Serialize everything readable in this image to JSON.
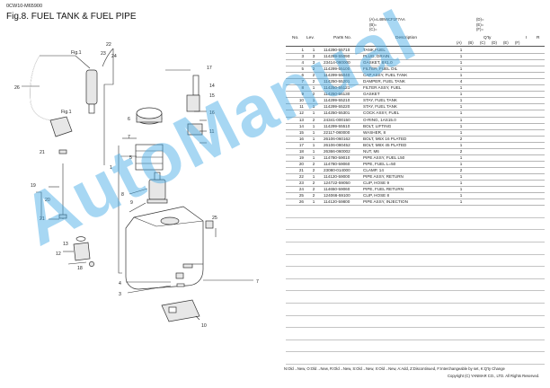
{
  "doc_code": "0CW10-M65900",
  "figure_title": "Fig.8.  FUEL TANK & FUEL PIPE",
  "model_codes_left": [
    "(A)=L48N6CF1F7AA",
    "(B)=",
    "(C)="
  ],
  "model_codes_right": [
    "(D)=",
    "(E)=",
    "(F)="
  ],
  "headers": {
    "no": "No.",
    "lev": "Lev.",
    "parts_no": "Parts No.",
    "description": "Description",
    "qty": "Q'ty",
    "i": "I",
    "r": "R"
  },
  "qty_columns": [
    "(A)",
    "(B)",
    "(C)",
    "(D)",
    "(E)",
    "(F)"
  ],
  "parts": [
    {
      "no": "1",
      "lev": "1",
      "pn": "114290-55710",
      "desc": "TANK,FUEL",
      "qa": "1"
    },
    {
      "no": "3",
      "lev": "3",
      "pn": "114299-55090",
      "desc": "PLUG, DRAIN",
      "qa": "1"
    },
    {
      "no": "4",
      "lev": "3",
      "pn": "23414-080000",
      "desc": "GASKET, 8X1.0",
      "qa": "1"
    },
    {
      "no": "5",
      "lev": "2",
      "pn": "114299-55100",
      "desc": "FILTER, FUEL OIL",
      "qa": "1"
    },
    {
      "no": "6",
      "lev": "2",
      "pn": "114299-55040",
      "desc": "CAP ASSY, FUEL TANK",
      "qa": "1"
    },
    {
      "no": "7",
      "lev": "2",
      "pn": "114250-55201",
      "desc": "DAMPER, FUEL TANK",
      "qa": "4"
    },
    {
      "no": "8",
      "lev": "1",
      "pn": "114250-55121",
      "desc": "FILTER ASSY, FUEL",
      "qa": "1"
    },
    {
      "no": "9",
      "lev": "2",
      "pn": "114250-56130",
      "desc": "GASKET",
      "qa": "1"
    },
    {
      "no": "10",
      "lev": "1",
      "pn": "114299-55210",
      "desc": "STAY, FUEL TANK",
      "qa": "1"
    },
    {
      "no": "11",
      "lev": "1",
      "pn": "114299-55220",
      "desc": "STAY, FUEL TANK",
      "qa": "1"
    },
    {
      "no": "12",
      "lev": "1",
      "pn": "114250-55301",
      "desc": "COCK ASSY, FUEL",
      "qa": "1"
    },
    {
      "no": "13",
      "lev": "2",
      "pn": "24341-000150",
      "desc": "O-RING, 1AS15.0",
      "qa": "1"
    },
    {
      "no": "14",
      "lev": "1",
      "pn": "114299-55510",
      "desc": "BOLT, LIFTING",
      "qa": "1"
    },
    {
      "no": "15",
      "lev": "1",
      "pn": "22117-080000",
      "desc": "WASHER,  8",
      "qa": "1"
    },
    {
      "no": "16",
      "lev": "1",
      "pn": "26106-060162",
      "desc": "BOLT, M6X 16 PLATED",
      "qa": "2"
    },
    {
      "no": "17",
      "lev": "1",
      "pn": "26106-080452",
      "desc": "BOLT, M8X 45 PLATED",
      "qa": "1"
    },
    {
      "no": "18",
      "lev": "1",
      "pn": "26366-060002",
      "desc": "NUT, M6",
      "qa": "2"
    },
    {
      "no": "19",
      "lev": "1",
      "pn": "114780-59010",
      "desc": "PIPE ASSY, FUEL L50",
      "qa": "1"
    },
    {
      "no": "20",
      "lev": "2",
      "pn": "114780-59060",
      "desc": "PIPE, FUEL L=50",
      "qa": "1"
    },
    {
      "no": "21",
      "lev": "2",
      "pn": "23080-014000",
      "desc": "CLAMP, 14",
      "qa": "2"
    },
    {
      "no": "22",
      "lev": "1",
      "pn": "114120-59000",
      "desc": "PIPE ASSY, RETURN",
      "qa": "1"
    },
    {
      "no": "23",
      "lev": "2",
      "pn": "124722-59050",
      "desc": "CLIP, HOSE 9",
      "qa": "1"
    },
    {
      "no": "24",
      "lev": "2",
      "pn": "114650-59060",
      "desc": "PIPE, FUEL RETURN",
      "qa": "1"
    },
    {
      "no": "25",
      "lev": "2",
      "pn": "124066-59100",
      "desc": "CLIP, HOSE 8",
      "qa": "1"
    },
    {
      "no": "26",
      "lev": "1",
      "pn": "114120-59800",
      "desc": "PIPE ASSY, INJECTION",
      "qa": "1"
    }
  ],
  "diagram_labels": {
    "n1": "1",
    "n3": "3",
    "n4": "4",
    "n5": "5",
    "n6": "6",
    "n7a": "7",
    "n7b": "7",
    "n8": "8",
    "n9": "9",
    "n10": "10",
    "n11": "11",
    "n12": "12",
    "n13": "13",
    "n14": "14",
    "n15": "15",
    "n16": "16",
    "n17": "17",
    "n18": "18",
    "n19": "19",
    "n20": "20",
    "n21a": "21",
    "n21b": "21",
    "n22": "22",
    "n23": "23",
    "n24": "24",
    "n25": "25",
    "n26": "26",
    "fig1a": "Fig.1",
    "fig1b": "Fig.1"
  },
  "watermark": "AutoManual",
  "legend": "N:Old→New, O:Old→New, R:Old→New, S:Old→New, X:Old→New, A:Add, Z:Discontinued, F:Interchangeable by set, K:Q'ty Change",
  "copyright": "Copyright (C)  YANMAR CO., LTD. All Rights Reserved.",
  "colors": {
    "watermark": "#3ea8e6",
    "rule": "#b5b5b5"
  }
}
